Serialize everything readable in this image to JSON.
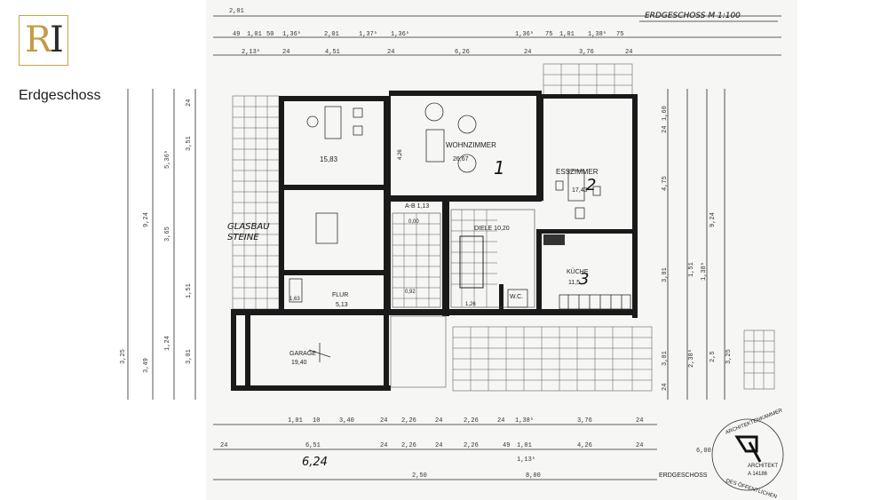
{
  "brand": {
    "logo_left": "R",
    "logo_right": "I",
    "accent": "#c49a42"
  },
  "floor_label": "Erdgeschoss",
  "header_note": "ERDGESCHOSS M 1:100",
  "footer_note": "ERDGESCHOSS",
  "rooms": [
    {
      "name": "",
      "area": "15,83"
    },
    {
      "name": "WOHNZIMMER",
      "area": "26,67"
    },
    {
      "name": "ESSZIMMER",
      "area": "17,43"
    },
    {
      "name": "A-B 1,13",
      "area": ""
    },
    {
      "name": "DIELE 10,20",
      "area": ""
    },
    {
      "name": "KÜCHE",
      "area": "11,5"
    },
    {
      "name": "FLUR",
      "area": "5,13"
    },
    {
      "name": "W.C.",
      "area": ""
    },
    {
      "name": "GARAGE",
      "area": "19,40"
    }
  ],
  "small_labels": [
    "4,26",
    "0,92",
    "1,26",
    "1,63",
    "0,00"
  ],
  "handwritten": {
    "num1": "1",
    "num2": "2",
    "num3": "3",
    "glasbau": "GLASBAU",
    "steine": "STEINE",
    "bottom": "6,24"
  },
  "dims_top_row1": [
    "2,01"
  ],
  "dims_top_row2": [
    "49",
    "1,01",
    "50",
    "1,36⁵",
    "2,01",
    "1,37⁵",
    "1,36⁵",
    "1,36⁵",
    "75",
    "1,01",
    "1,38⁵",
    "75"
  ],
  "dims_top_row3": [
    "2,13⁵",
    "24",
    "4,51",
    "24",
    "6,26",
    "24",
    "3,76",
    "24"
  ],
  "dims_bottom_row1": [
    "1,01",
    "10",
    "3,40",
    "24",
    "2,26",
    "24",
    "2,26",
    "24",
    "1,38⁵",
    "3,76",
    "24"
  ],
  "dims_bottom_row2": [
    "24",
    "6,51",
    "24",
    "2,26",
    "24",
    "2,26",
    "49",
    "1,01",
    "4,26",
    "24"
  ],
  "dims_bottom_row3": [
    "1,13⁵"
  ],
  "dims_bottom_row4": [
    "2,50",
    "8,00"
  ],
  "dims_left": [
    "3,25",
    "3,49",
    "9,24",
    "5,36⁵",
    "3,51",
    "3,65",
    "1,51",
    "3,01",
    "1,24",
    "24"
  ],
  "dims_right": [
    "24",
    "1,60",
    "4,75",
    "3,01",
    "1,51",
    "9,24",
    "1,38⁵",
    "3,01",
    "2,38⁵",
    "2,5",
    "3,25",
    "24"
  ],
  "stamp": {
    "line1": "ARCHITEKTENKAMMER",
    "line2": "ARCHITEKT",
    "line3": "A 14186",
    "line4": "DES ÖFFENTLICHEN",
    "extra": "6,00"
  }
}
